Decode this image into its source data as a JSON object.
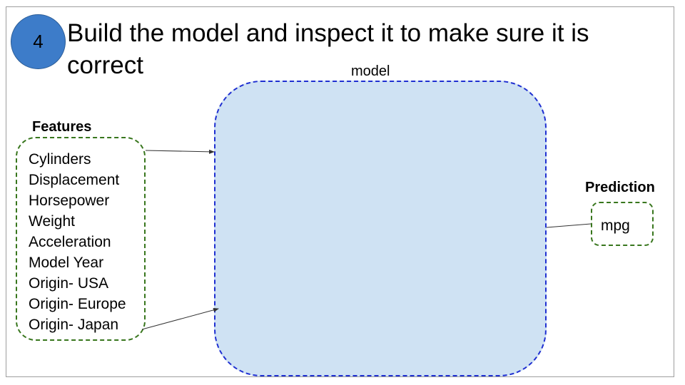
{
  "slide": {
    "step_number": "4",
    "title": "Build the model and inspect it to make sure it is correct"
  },
  "model": {
    "label": "model"
  },
  "features": {
    "label": "Features",
    "items": [
      "Cylinders",
      "Displacement",
      "Horsepower",
      "Weight",
      "Acceleration",
      "Model Year",
      "Origin- USA",
      "Origin- Europe",
      "Origin- Japan"
    ]
  },
  "prediction": {
    "label": "Prediction",
    "value": "mpg"
  },
  "colors": {
    "badge": "#3d7cc9",
    "model_fill": "#cfe2f3",
    "model_border": "#1f2fd1",
    "group_border": "#38761d"
  }
}
